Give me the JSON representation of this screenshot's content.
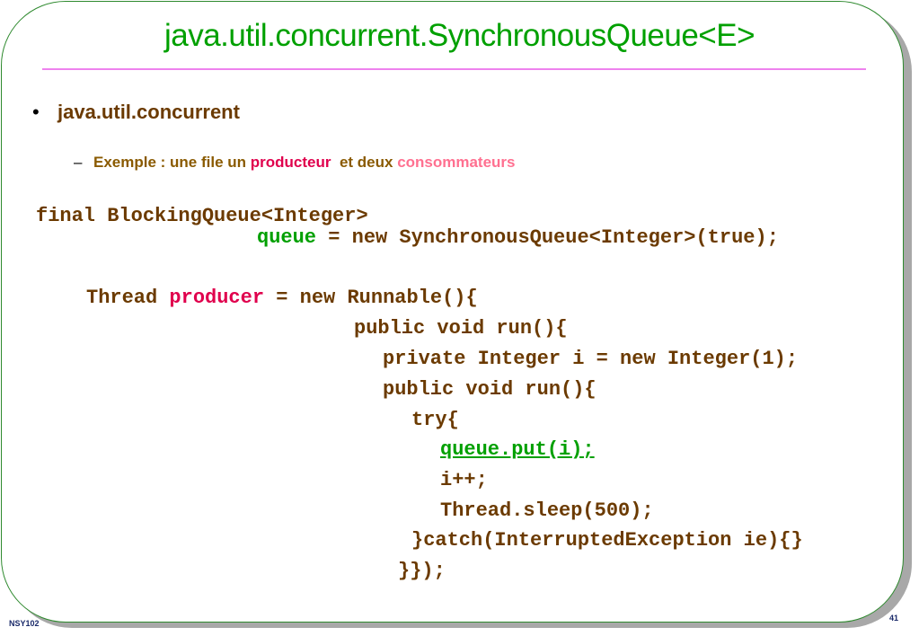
{
  "slide": {
    "title": "java.util.concurrent.SynchronousQueue<E>",
    "bullet_marker": "•",
    "bullet_text": "java.util.concurrent",
    "sub_dash": "–",
    "sub_text_1": "Exemple : une file un ",
    "sub_highlight_1": "producteur",
    "sub_text_2": "  et deux ",
    "sub_highlight_2": "consommateurs"
  },
  "code": {
    "line1": "final BlockingQueue<Integer>",
    "line2_var": "queue",
    "line2_rest": " = new SynchronousQueue<Integer>(true);",
    "line3_a": "Thread ",
    "line3_var": "producer",
    "line3_b": " = new Runnable(){",
    "line4": "public void run(){",
    "line5": "private Integer i = new Integer(1);",
    "line6": "public void run(){",
    "line7": "try{",
    "line8": "queue.put(i);",
    "line9": "i++;",
    "line10": "Thread.sleep(500);",
    "line11": "}catch(InterruptedException ie){}",
    "line12": "}});"
  },
  "footer": {
    "course": "NSY102",
    "page_number": "41"
  },
  "colors": {
    "title": "#00a000",
    "rule": "#ee82ee",
    "text_brown": "#6b3a00",
    "highlight_red": "#e0004d",
    "highlight_pink": "#ff7090"
  }
}
